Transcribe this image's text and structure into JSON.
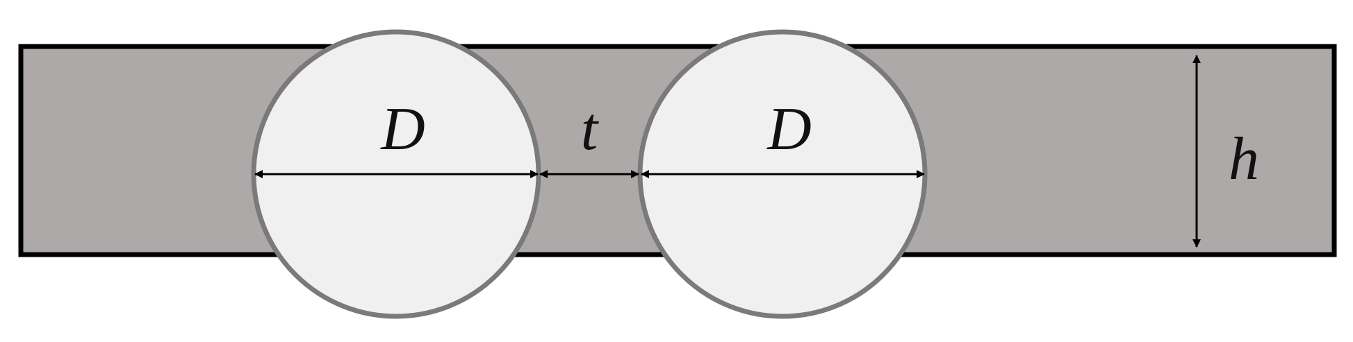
{
  "diagram": {
    "labels": {
      "diameter_left": "D",
      "spacing": "t",
      "diameter_right": "D",
      "height": "h"
    },
    "colors": {
      "background": "#ffffff",
      "strip_fill": "#ada9a8",
      "strip_stroke": "#000000",
      "hole_fill": "#f0f0f0",
      "hole_stroke": "#7a7a7a",
      "dimension_line": "#000000"
    }
  }
}
